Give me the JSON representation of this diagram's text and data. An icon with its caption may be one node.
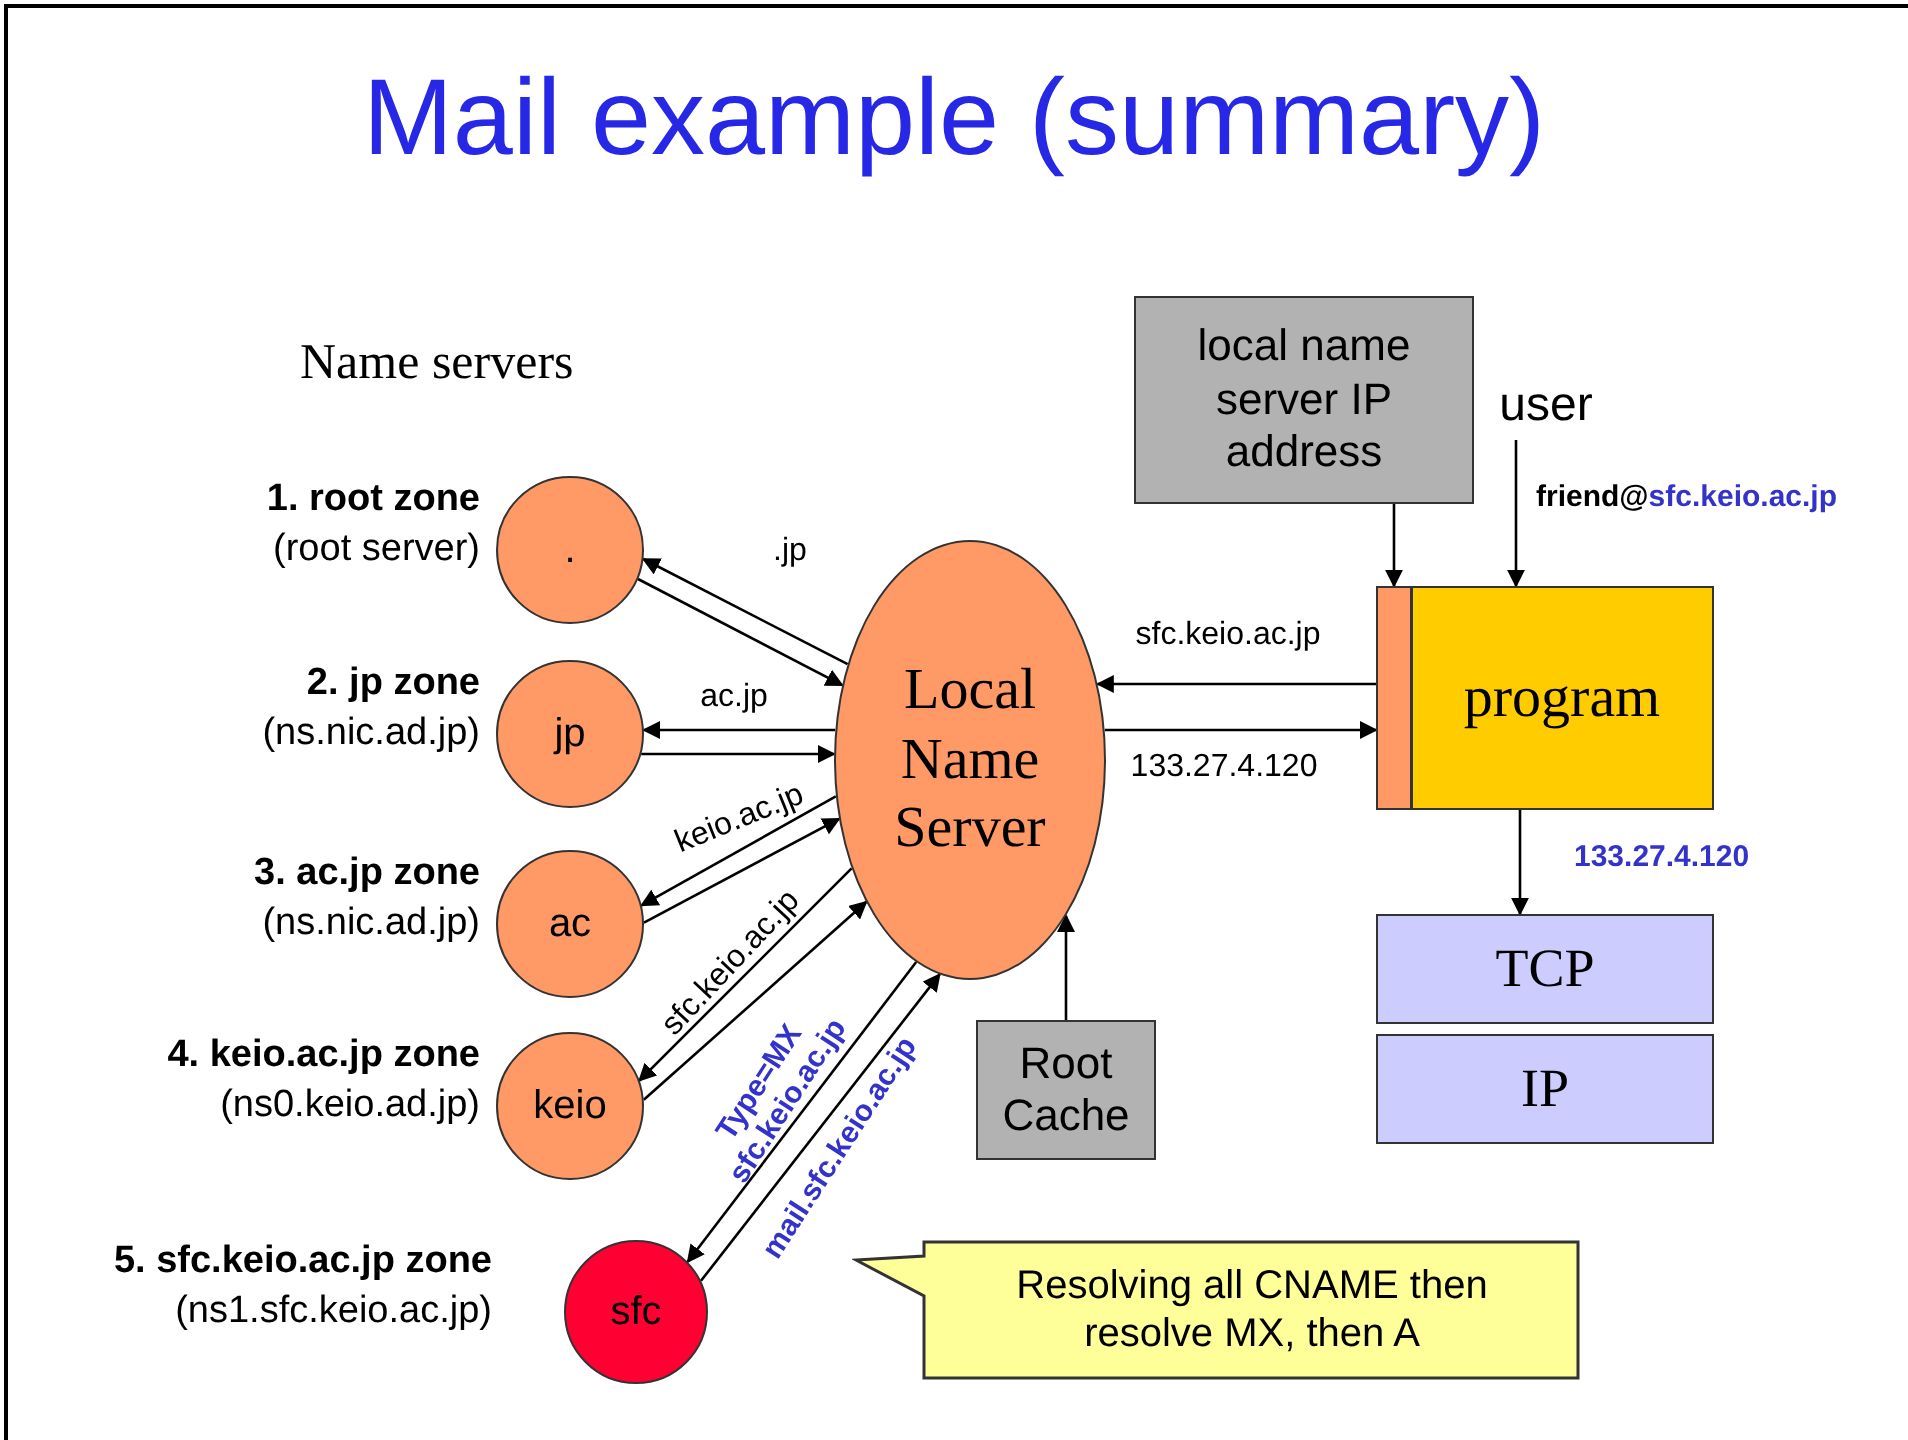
{
  "diagram": {
    "title": "Mail example (summary)",
    "nodes": [
      {
        "text": [
          "."
        ],
        "beside": [
          "1. root zone",
          "(root server)"
        ]
      },
      {
        "text": [
          "jp"
        ],
        "beside": [
          "2. jp zone",
          "(ns.nic.ad.jp)"
        ]
      },
      {
        "text": [
          "ac"
        ],
        "beside": [
          "3. ac.jp zone",
          "(ns.nic.ad.jp)"
        ]
      },
      {
        "text": [
          "keio"
        ],
        "beside": [
          "4. keio.ac.jp zone",
          "(ns0.keio.ad.jp)"
        ]
      },
      {
        "text": [
          "sfc"
        ],
        "beside": [
          "5. sfc.keio.ac.jp zone",
          "(ns1.sfc.keio.ac.jp)"
        ]
      },
      {
        "text": [
          "Local Name Server"
        ]
      },
      {
        "text": [
          "local name server IP address"
        ]
      },
      {
        "text": [
          "user"
        ]
      },
      {
        "text": [
          "program"
        ]
      },
      {
        "text": [
          "TCP"
        ]
      },
      {
        "text": [
          "IP"
        ]
      },
      {
        "text": [
          "Root Cache"
        ]
      },
      {
        "text": [
          "Resolving all CNAME then resolve MX, then A"
        ]
      }
    ],
    "edges": [
      {
        "from": 5,
        "to": 0,
        "arrow": "to",
        "label": ".jp"
      },
      {
        "from": 0,
        "to": 5,
        "arrow": "to"
      },
      {
        "from": 5,
        "to": 1,
        "arrow": "to",
        "label": "ac.jp"
      },
      {
        "from": 1,
        "to": 5,
        "arrow": "to"
      },
      {
        "from": 5,
        "to": 2,
        "arrow": "to",
        "label": "keio.ac.jp"
      },
      {
        "from": 2,
        "to": 5,
        "arrow": "to"
      },
      {
        "from": 5,
        "to": 3,
        "arrow": "to",
        "label": "sfc.keio.ac.jp"
      },
      {
        "from": 3,
        "to": 5,
        "arrow": "to"
      },
      {
        "from": 5,
        "to": 4,
        "arrow": "to",
        "label": "Type=MX sfc.keio.ac.jp"
      },
      {
        "from": 4,
        "to": 5,
        "arrow": "to",
        "label": "mail.sfc.keio.ac.jp"
      },
      {
        "from": 8,
        "to": 5,
        "arrow": "to",
        "label": "sfc.keio.ac.jp"
      },
      {
        "from": 5,
        "to": 8,
        "arrow": "to",
        "label": "133.27.4.120"
      },
      {
        "from": 6,
        "to": 8,
        "arrow": "to"
      },
      {
        "from": 7,
        "to": 8,
        "arrow": "to",
        "label": "friend@sfc.keio.ac.jp"
      },
      {
        "from": 8,
        "to": 9,
        "arrow": "to",
        "label": "133.27.4.120"
      },
      {
        "from": 11,
        "to": 5,
        "arrow": "to"
      }
    ],
    "labels": [
      "Name servers"
    ]
  }
}
